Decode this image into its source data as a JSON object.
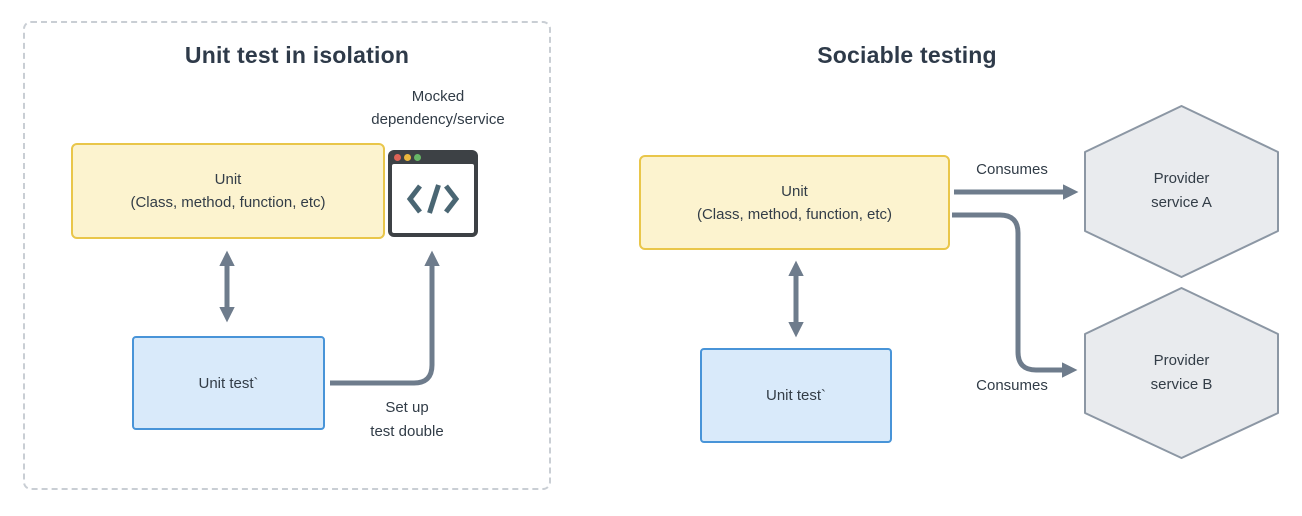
{
  "diagram": {
    "left": {
      "title": "Unit test in isolation",
      "mocked_label": "Mocked\ndependency/service",
      "unit_box_label": "Unit\n(Class, method, function, etc)",
      "unit_test_box_label": "Unit test`",
      "setup_label": "Set up\ntest double",
      "code_glyph": "</>"
    },
    "right": {
      "title": "Sociable testing",
      "unit_box_label": "Unit\n(Class, method, function, etc)",
      "unit_test_box_label": "Unit test`",
      "consumes_a_label": "Consumes",
      "consumes_b_label": "Consumes",
      "provider_a_label": "Provider\nservice A",
      "provider_b_label": "Provider\nservice B"
    },
    "colors": {
      "text": "#2f3b4a",
      "unit_box_fill": "#fcf3cf",
      "unit_box_border": "#e9c64a",
      "test_box_fill": "#d9eafa",
      "test_box_border": "#4894d8",
      "arrow": "#6e7c8c",
      "hexagon_fill": "#e9ebee",
      "hexagon_border": "#8c97a4",
      "dashed_border": "#c9ced4",
      "window_frame": "#3d4145",
      "window_dot_red": "#dd6357",
      "window_dot_yellow": "#eab73e",
      "window_dot_green": "#67b767",
      "code_glyph_color": "#4a6673"
    }
  }
}
